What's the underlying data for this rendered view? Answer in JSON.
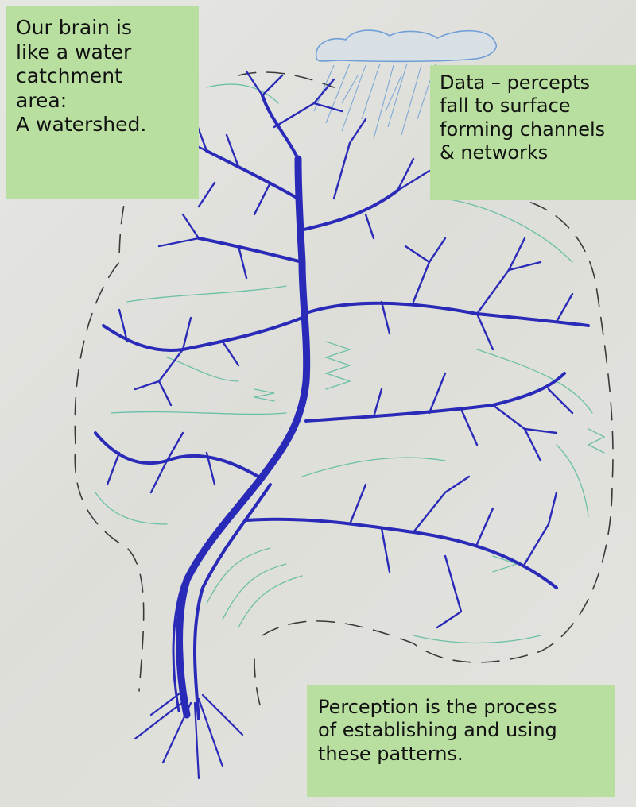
{
  "notes": {
    "brain": [
      "Our brain is",
      "like a water",
      "catchment",
      "area:",
      "A watershed."
    ],
    "data": [
      "Data – percepts",
      "fall to surface",
      "forming channels",
      "& networks"
    ],
    "perception": [
      "Perception is the process",
      "of establishing and using",
      "these patterns."
    ]
  },
  "colors": {
    "background": "#e2e2de",
    "note_fill": "#b9dfa0",
    "channel_ink": "#2a2ab8",
    "surface_ink": "#4fb89a",
    "cloud_ink": "#6f9fd6",
    "outline_ink": "#3a3a3a"
  },
  "icons": [
    "cloud-icon",
    "rain-icon",
    "tree-network-icon"
  ]
}
